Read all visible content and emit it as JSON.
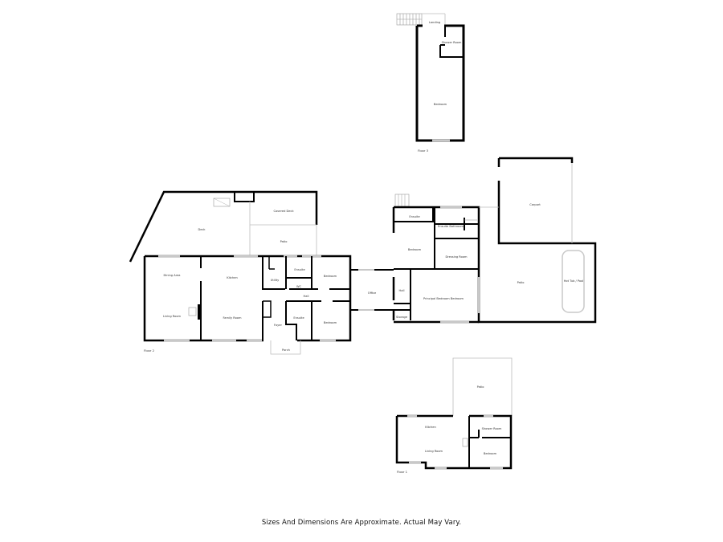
{
  "floor_plan": {
    "floors": [
      {
        "name": "Floor 3",
        "rooms": [
          "Landing",
          "Shower Room",
          "Bedroom"
        ]
      },
      {
        "name": "Floor 2",
        "rooms": [
          "Deck",
          "Covered Deck",
          "Patio",
          "Dining Area",
          "Living Room",
          "Kitchen",
          "Family Room",
          "Utility",
          "Ensuite",
          "WC",
          "Hall",
          "Foyer",
          "Porch",
          "Bedroom",
          "Ensuite",
          "Bedroom",
          "Office",
          "Ensuite",
          "Ensuite Bathroom",
          "Bedroom",
          "Dressing Room",
          "Hall",
          "Storage",
          "Principal Bedroom Bedroom",
          "Carport",
          "Patio",
          "Hot Tub / Pool"
        ]
      },
      {
        "name": "Floor 1",
        "rooms": [
          "Patio",
          "Kitchen",
          "Living Room",
          "Shower Room",
          "Bedroom"
        ]
      }
    ],
    "labels": {
      "f3_landing": "Landing",
      "f3_shower": "Shower Room",
      "f3_bedroom": "Bedroom",
      "f3_floor": "Floor 3",
      "f2_deck": "Deck",
      "f2_covered_deck": "Covered Deck",
      "f2_patio_top": "Patio",
      "f2_dining": "Dining Area",
      "f2_living": "Living Room",
      "f2_kitchen": "Kitchen",
      "f2_family": "Family Room",
      "f2_utility": "Utility",
      "f2_ensuite_a": "Ensuite",
      "f2_wc": "WC",
      "f2_bedroom_a": "Bedroom",
      "f2_hall_a": "Hall",
      "f2_foyer": "Foyer",
      "f2_ensuite_b": "Ensuite",
      "f2_bedroom_b": "Bedroom",
      "f2_porch": "Porch",
      "f2_office": "Office",
      "f2_ensuite_c": "Ensuite",
      "f2_ensuite_bath": "Ensuite Bathroom",
      "f2_bedroom_c": "Bedroom",
      "f2_dressing": "Dressing Room",
      "f2_hall_b": "Hall",
      "f2_storage": "Storage",
      "f2_principal": "Principal Bedroom Bedroom",
      "f2_carport": "Carport",
      "f2_patio_right": "Patio",
      "f2_hottub": "Hot Tub / Pool",
      "f2_floor": "Floor 2",
      "f1_patio": "Patio",
      "f1_kitchen": "Kitchen",
      "f1_living": "Living Room",
      "f1_shower": "Shower Room",
      "f1_bedroom": "Bedroom",
      "f1_floor": "Floor 1"
    },
    "disclaimer": "Sizes And Dimensions Are Approximate. Actual May Vary.",
    "colors": {
      "wall": "#000000",
      "window": "#c8c8c8",
      "outline": "#bdbdbd",
      "background": "#ffffff"
    }
  }
}
